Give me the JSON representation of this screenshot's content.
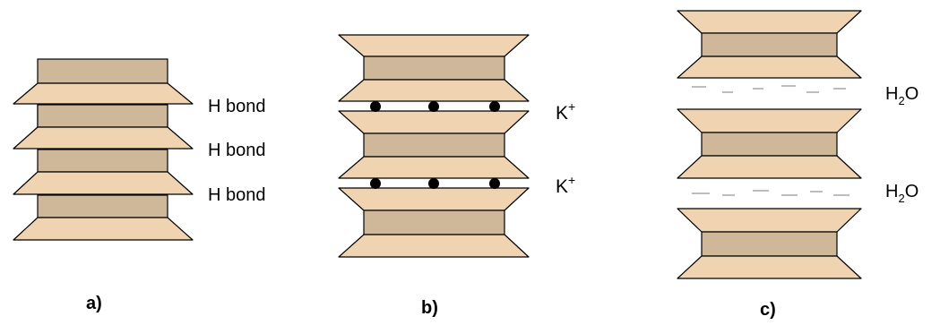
{
  "panels": [
    {
      "id": "a",
      "label": "a)",
      "interlayer_labels": [
        "H bond",
        "H bond",
        "H bond"
      ]
    },
    {
      "id": "b",
      "label": "b)",
      "interlayer_labels": [
        {
          "symbol": "K",
          "charge": "+"
        },
        {
          "symbol": "K",
          "charge": "+"
        }
      ]
    },
    {
      "id": "c",
      "label": "c)",
      "interlayer_labels": [
        {
          "prefix": "H",
          "subscript": "2",
          "suffix": "O"
        },
        {
          "prefix": "H",
          "subscript": "2",
          "suffix": "O"
        }
      ]
    }
  ],
  "colors": {
    "sheet_light": "#f0d4b2",
    "sheet_dark": "#cfb89a",
    "outline": "#000000"
  }
}
